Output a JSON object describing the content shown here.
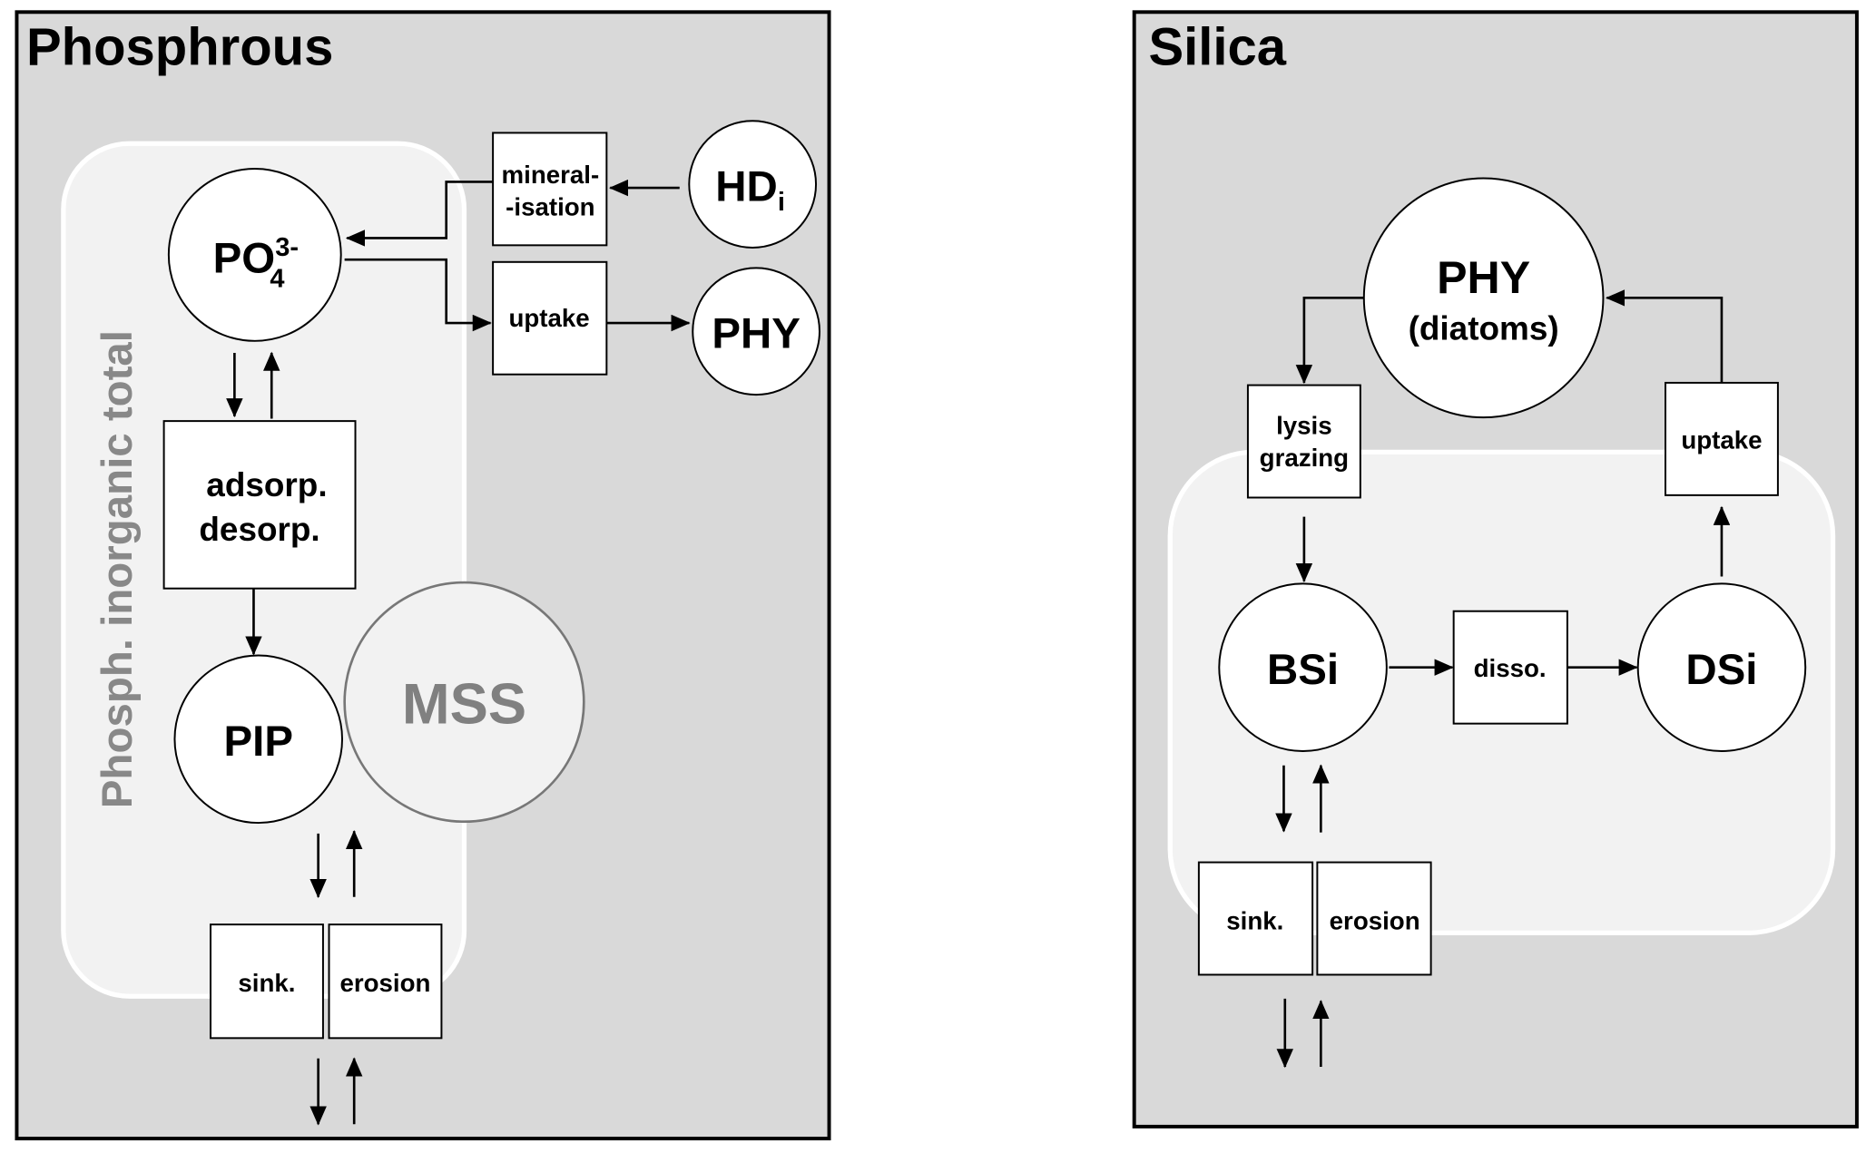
{
  "colors": {
    "panel": "#d9d9d9",
    "pool": "#f2f2f2",
    "mss_text": "#808080",
    "pool_label": "#888888"
  },
  "phosphorus": {
    "title": "Phosphrous",
    "pool_label": "Phosph. inorganic total",
    "po4_base": "PO",
    "po4_sub": "4",
    "po4_sup": "3-",
    "mineral_line1": "mineral-",
    "mineral_line2": "-isation",
    "hd_base": "HD",
    "hd_sub": "i",
    "uptake": "uptake",
    "phy": "PHY",
    "adsorp_line1": "adsorp.",
    "adsorp_line2": "desorp.",
    "pip": "PIP",
    "mss": "MSS",
    "sink": "sink.",
    "erosion": "erosion"
  },
  "silica": {
    "title": "Silica",
    "phy_line1": "PHY",
    "phy_line2": "(diatoms)",
    "lysis_line1": "lysis",
    "lysis_line2": "grazing",
    "uptake": "uptake",
    "bsi": "BSi",
    "disso": "disso.",
    "dsi": "DSi",
    "sink": "sink.",
    "erosion": "erosion"
  }
}
